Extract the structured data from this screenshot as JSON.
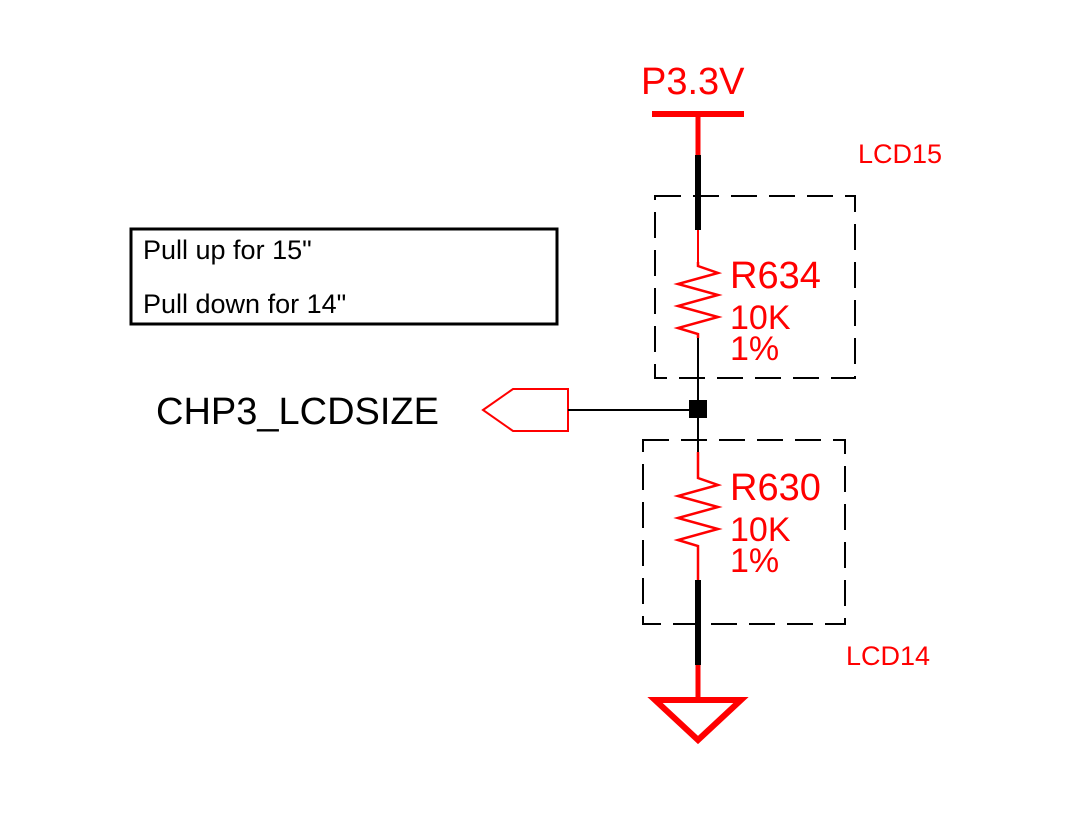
{
  "colors": {
    "net": "#000000",
    "component": "#ff0000",
    "background": "#ffffff"
  },
  "power": {
    "label": "P3.3V"
  },
  "note": {
    "line1": "Pull up for 15\"",
    "line2": "Pull down for 14\""
  },
  "net_label": {
    "text": "CHP3_LCDSIZE"
  },
  "resistors": [
    {
      "designator": "R634",
      "value": "10K",
      "tolerance": "1%",
      "variant": "LCD15"
    },
    {
      "designator": "R630",
      "value": "10K",
      "tolerance": "1%",
      "variant": "LCD14"
    }
  ],
  "ground": {
    "icon": "ground-triangle-icon"
  }
}
